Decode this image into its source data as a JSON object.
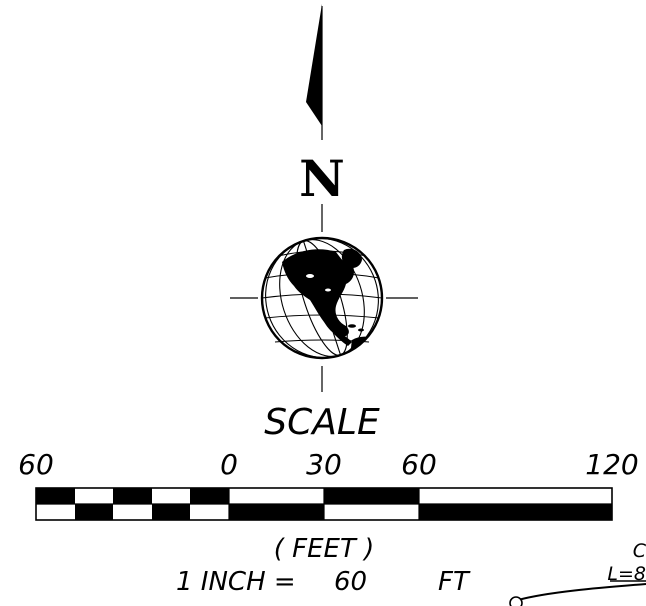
{
  "north_arrow": {
    "label": "N",
    "icon": "north-arrow-icon",
    "globe_icon": "globe-americas-icon"
  },
  "scale": {
    "title": "SCALE",
    "tick_labels": [
      "60",
      "0",
      "30",
      "60",
      "120"
    ],
    "units_label": "( FEET )",
    "ratio": {
      "prefix": "1 INCH =",
      "value": "60",
      "unit": "FT"
    }
  },
  "corner_annotation": {
    "curve_label": "C",
    "length_label": "L=8"
  },
  "colors": {
    "ink": "#000000",
    "paper": "#ffffff"
  }
}
